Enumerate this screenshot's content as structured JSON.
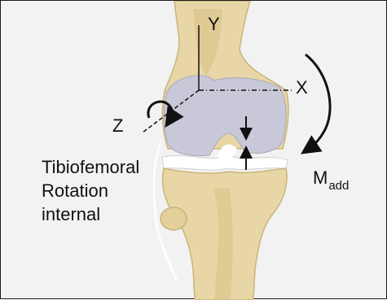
{
  "labels": {
    "axis_y": "Y",
    "axis_x": "X",
    "axis_z": "Z",
    "rotation_lines": [
      "Tibiofemoral",
      "Rotation",
      "internal"
    ],
    "moment_main": "M",
    "moment_sub": "add"
  },
  "colors": {
    "background": "#f2f2f2",
    "bone": "#e8d6a6",
    "bone_shadow": "#cbb47c",
    "cartilage": "#c9c8d8",
    "meniscus": "#ffffff",
    "ink": "#111111"
  },
  "icons": [
    "curved-arrow-z-rotation",
    "curved-arrow-adduction-moment",
    "compression-arrow-down",
    "compression-arrow-up"
  ]
}
